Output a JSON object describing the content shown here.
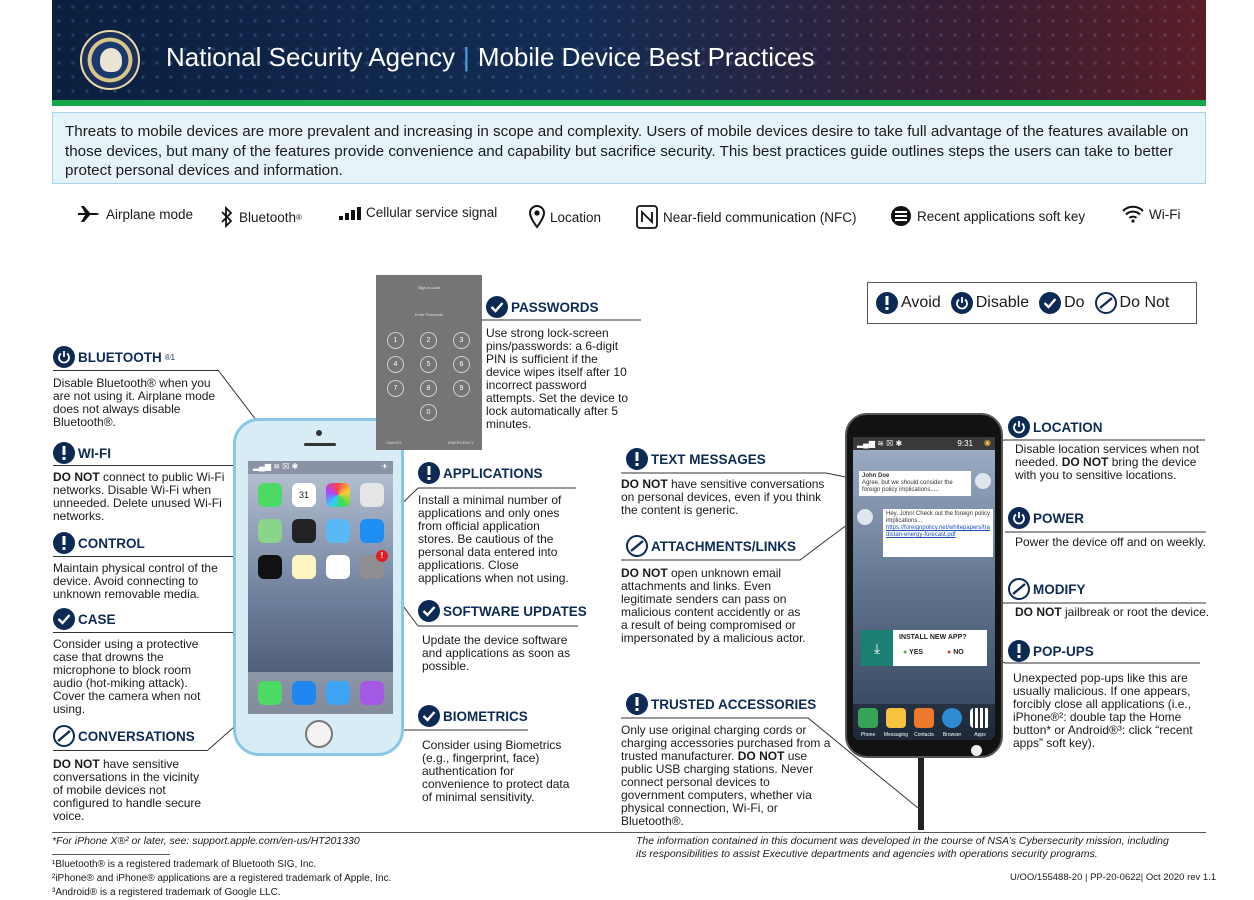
{
  "header": {
    "org": "National Security Agency",
    "separator": "|",
    "title": "Mobile Device Best Practices"
  },
  "intro": "Threats to mobile devices are more prevalent and increasing in scope and complexity. Users of mobile devices desire to take full advantage of the features available on those devices, but many of the features provide convenience and capability but sacrifice security. This best practices guide outlines steps the users can take to better protect personal devices and information.",
  "legend": {
    "airplane": "Airplane mode",
    "bluetooth": "Bluetooth",
    "bluetooth_reg": "®",
    "cellular": "Cellular service signal",
    "location": "Location",
    "nfc": "Near-field communication (NFC)",
    "recent": "Recent applications soft key",
    "wifi": "Wi-Fi"
  },
  "key": {
    "avoid": "Avoid",
    "disable": "Disable",
    "do": "Do",
    "donot": "Do Not"
  },
  "sections": {
    "bluetooth": {
      "title": "BLUETOOTH",
      "sup": "®1",
      "text": "Disable Bluetooth® when you are not using it. Airplane mode does not always disable Bluetooth®."
    },
    "wifi": {
      "title": "WI-FI",
      "bold": "DO NOT",
      "text": " connect to public Wi-Fi networks. Disable Wi-Fi when unneeded. Delete unused Wi-Fi networks."
    },
    "control": {
      "title": "CONTROL",
      "text": "Maintain physical control of the device. Avoid connecting to unknown removable media."
    },
    "case": {
      "title": "CASE",
      "text": "Consider using a protective case that drowns the microphone to block room audio (hot-miking attack). Cover the camera when not using."
    },
    "conversations": {
      "title": "CONVERSATIONS",
      "bold": "DO NOT",
      "text": " have sensitive conversations in the vicinity of mobile devices not configured to handle secure voice."
    },
    "passwords": {
      "title": "PASSWORDS",
      "text": "Use strong lock-screen pins/passwords: a 6-digit PIN is sufficient if the device wipes itself after 10 incorrect password attempts. Set the device to lock automatically after 5 minutes."
    },
    "applications": {
      "title": "APPLICATIONS",
      "text": "Install a minimal number of applications and only ones from official application stores. Be cautious of the personal data entered into applications. Close applications when not using."
    },
    "software": {
      "title": "SOFTWARE UPDATES",
      "text": "Update the device software and applications as soon as possible."
    },
    "biometrics": {
      "title": "BIOMETRICS",
      "text": "Consider using Biometrics (e.g., fingerprint, face) authentication for convenience to protect data of minimal sensitivity."
    },
    "texts": {
      "title": "TEXT MESSAGES",
      "bold": "DO NOT",
      "text": " have sensitive conversations on personal devices, even if you think the content is generic."
    },
    "attachments": {
      "title": "ATTACHMENTS/LINKS",
      "bold": "DO NOT",
      "text": " open unknown email attachments and links. Even legitimate senders can pass on malicious content accidently or as a result of being compromised or impersonated by a malicious actor."
    },
    "accessories": {
      "title": "TRUSTED ACCESSORIES",
      "text1": "Only use original charging cords or charging accessories purchased from a trusted manufacturer. ",
      "bold": "DO NOT",
      "text2": " use public USB charging stations. Never connect personal devices to government computers, whether via physical connection, Wi-Fi, or Bluetooth®."
    },
    "location": {
      "title": "LOCATION",
      "text1": "Disable location services when not needed. ",
      "bold": "DO NOT",
      "text2": " bring the device with you to sensitive locations."
    },
    "power": {
      "title": "POWER",
      "text": "Power the device off and on weekly."
    },
    "modify": {
      "title": "MODIFY",
      "bold": "DO NOT",
      "text": " jailbreak or root the device."
    },
    "popups": {
      "title": "POP-UPS",
      "text": "Unexpected pop-ups like this are usually malicious. If one appears, forcibly close all applications (i.e., iPhone®²: double tap the Home button* or Android®³: click “recent apps” soft key)."
    }
  },
  "passcode_screen": {
    "title": "Sign In Lock",
    "prompt": "Enter Passcode",
    "keys": [
      "1",
      "2",
      "3",
      "4",
      "5",
      "6",
      "7",
      "8",
      "9",
      "0"
    ],
    "cancel": "CANCEL",
    "emergency": "EMERGENCY"
  },
  "iphone": {
    "calendar_day": "31",
    "badge": "!"
  },
  "android": {
    "time": "9:31",
    "msg1_name": "John Doe",
    "msg1_text": "Agree, but we should consider the foreign policy implications.....",
    "msg2_text": "Hey, John! Check out the foreign policy implications...",
    "msg2_link": "https://foreignpolicy.net/whitepapers/tradistan-energy-forecast.pdf",
    "popup_title": "INSTALL NEW APP?",
    "popup_yes": "YES",
    "popup_no": "NO",
    "dock": [
      "Phone",
      "Messaging",
      "Contacts",
      "Browser",
      "Apps"
    ]
  },
  "footer": {
    "note": "*For iPhone X®² or later, see: support.apple.com/en-us/HT201330",
    "tm1": "¹Bluetooth® is a registered trademark of Bluetooth SIG, Inc.",
    "tm2": "²iPhone® and iPhone® applications are a registered trademark of Apple, Inc.",
    "tm3": "³Android® is a registered trademark of Google LLC.",
    "disclaimer": "The information contained in this document was developed in the course of NSA’s Cybersecurity mission, including its responsibilities to assist Executive departments and agencies with operations security programs.",
    "docid": "U/OO/155488-20 | PP-20-0622| Oct 2020 rev 1.1"
  },
  "colors": {
    "navy": "#0d2a55",
    "header_green": "#14a84a",
    "intro_bg": "#e6f4f9",
    "accent_blue": "#4fa3e0"
  },
  "icons": {
    "avoid": "exclamation-circle-icon",
    "disable": "power-icon",
    "do": "checkmark-circle-icon",
    "donot": "prohibited-icon"
  }
}
